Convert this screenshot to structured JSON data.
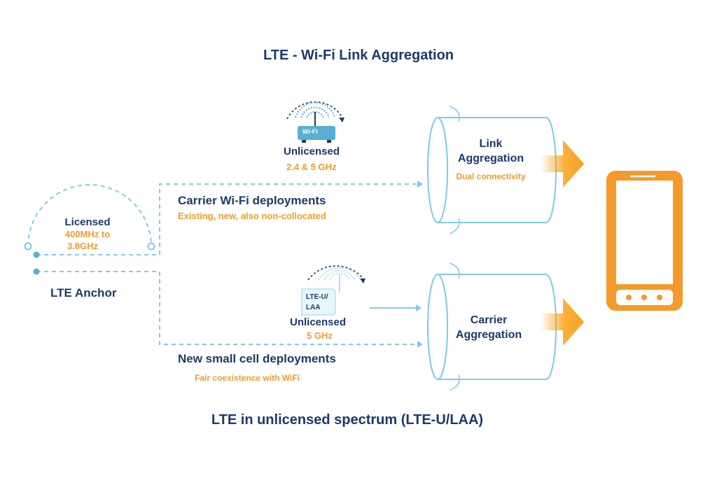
{
  "title": "LTE - Wi-Fi Link Aggregation",
  "footer": "LTE  in unlicensed spectrum (LTE-U/LAA)",
  "anchor": {
    "licensed_label": "Licensed",
    "licensed_freq_1": "400MHz to",
    "licensed_freq_2": "3.8GHz",
    "anchor_label": "LTE Anchor"
  },
  "wifi_branch": {
    "device_label": "Wi-Fi",
    "unlicensed_label": "Unlicensed",
    "freq": "2.4 & 5 GHz",
    "deployment": "Carrier Wi-Fi deployments",
    "deployment_sub": "Existing, new, also non-collocated"
  },
  "lte_branch": {
    "device_label_1": "LTE-U/",
    "device_label_2": "LAA",
    "unlicensed_label": "Unlicensed",
    "freq": "5 GHz",
    "deployment": "New small cell deployments",
    "deployment_sub": "Fair coexistence with WiFi"
  },
  "link_aggregation": {
    "label_1": "Link",
    "label_2": "Aggregation",
    "sub": "Dual connectivity"
  },
  "carrier_aggregation": {
    "label_1": "Carrier",
    "label_2": "Aggregation"
  },
  "colors": {
    "navy": "#1b3a6b",
    "orange": "#f39a2b",
    "light_blue": "#7ecbe8",
    "teal": "#5aaed0"
  },
  "icons": [
    "wifi-router-icon",
    "lte-small-cell-icon",
    "smartphone-icon",
    "arrow-right-icon"
  ]
}
